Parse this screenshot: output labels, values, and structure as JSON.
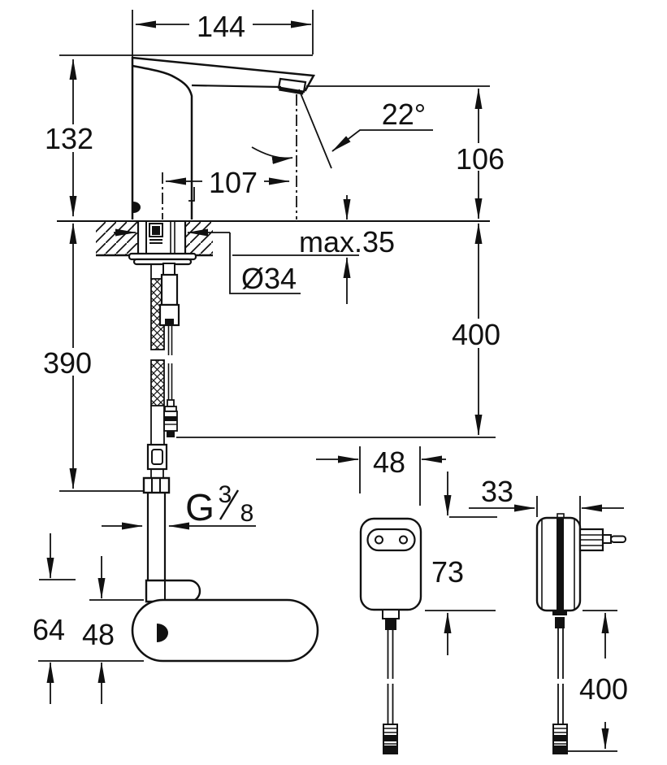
{
  "meta": {
    "background_color": "#ffffff",
    "line_color": "#111111",
    "drawing_type": "faucet installation dimension drawing"
  },
  "dimensions": {
    "spout_projection": "144",
    "spout_height": "132",
    "outlet_offset": "107",
    "sensor_angle": "22°",
    "outlet_clearance": "106",
    "deck_max_thickness": "max.35",
    "hole_diameter": "Ø34",
    "connection_drop": "400",
    "hose_drop": "390",
    "thread_prefix": "G",
    "thread_numerator": "3",
    "thread_denominator": "8",
    "plan_total_depth": "64",
    "plan_body_depth": "48",
    "psu_width": "48",
    "psu_height": "73",
    "psu_depth": "33",
    "psu_cable_length": "400"
  }
}
